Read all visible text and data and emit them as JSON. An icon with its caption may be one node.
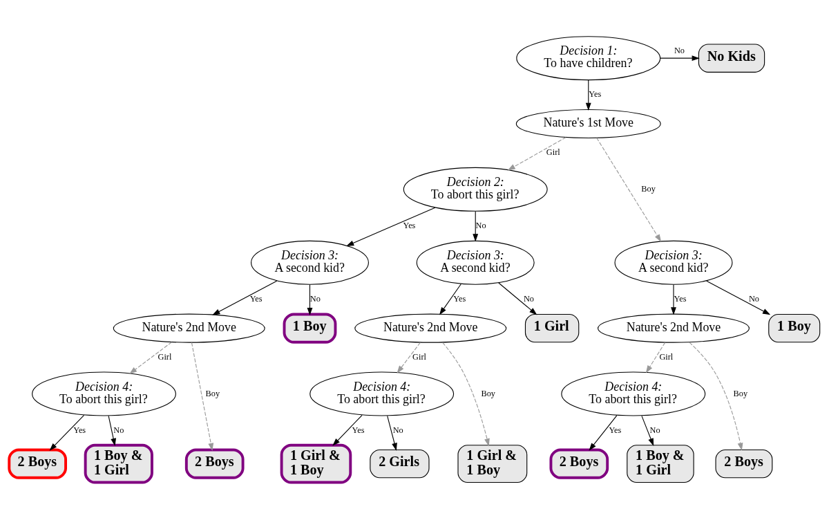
{
  "diagram": {
    "nodes": [
      {
        "text": [
          "Decision 1:",
          "To have children?"
        ]
      },
      {
        "text": [
          "Nature's 1st Move"
        ]
      },
      {
        "text": [
          "No Kids"
        ]
      },
      {
        "text": [
          "Decision 2:",
          "To abort this girl?"
        ]
      },
      {
        "text": [
          "Decision 3:",
          "A second kid?"
        ]
      },
      {
        "text": [
          "Decision 3:",
          "A second kid?"
        ]
      },
      {
        "text": [
          "Decision 3:",
          "A second kid?"
        ]
      },
      {
        "text": [
          "Nature's 2nd Move"
        ]
      },
      {
        "text": [
          "1 Boy"
        ]
      },
      {
        "text": [
          "Nature's 2nd Move"
        ]
      },
      {
        "text": [
          "1 Boy"
        ]
      },
      {
        "text": [
          "Nature's 2nd Move"
        ]
      },
      {
        "text": [
          "1 Girl"
        ]
      },
      {
        "text": [
          "Decision 4:",
          "To abort this girl?"
        ]
      },
      {
        "text": [
          "Decision 4:",
          "To abort this girl?"
        ]
      },
      {
        "text": [
          "Decision 4:",
          "To abort this girl?"
        ]
      },
      {
        "text": [
          "2 Boys"
        ]
      },
      {
        "text": [
          "2 Boys"
        ]
      },
      {
        "text": [
          "1 Boy & 1 Girl"
        ]
      },
      {
        "text": [
          "2 Boys"
        ]
      },
      {
        "text": [
          "2 Boys"
        ]
      },
      {
        "text": [
          "1 Boy & 1 Girl"
        ]
      },
      {
        "text": [
          "1 Girl & 1 Boy"
        ]
      },
      {
        "text": [
          "1 Girl & 1 Boy"
        ]
      },
      {
        "text": [
          "2 Girls"
        ]
      }
    ],
    "edges": [
      {
        "from": 0,
        "to": 1,
        "arrow": "to",
        "label": "Yes"
      },
      {
        "from": 0,
        "to": 2,
        "arrow": "to",
        "label": "No"
      },
      {
        "from": 1,
        "to": 4,
        "arrow": "to",
        "label": "Boy",
        "style": "dashed",
        "color": "#999999"
      },
      {
        "from": 1,
        "to": 3,
        "arrow": "to",
        "label": "Girl",
        "style": "dashed",
        "color": "#999999"
      },
      {
        "from": 3,
        "to": 5,
        "arrow": "to",
        "label": "Yes"
      },
      {
        "from": 3,
        "to": 6,
        "arrow": "to",
        "label": "No"
      },
      {
        "from": 4,
        "to": 7,
        "arrow": "to",
        "label": "Yes"
      },
      {
        "from": 4,
        "to": 8,
        "arrow": "to",
        "label": "No"
      },
      {
        "from": 5,
        "to": 9,
        "arrow": "to",
        "label": "Yes"
      },
      {
        "from": 5,
        "to": 10,
        "arrow": "to",
        "label": "No"
      },
      {
        "from": 6,
        "to": 11,
        "arrow": "to",
        "label": "Yes"
      },
      {
        "from": 6,
        "to": 12,
        "arrow": "to",
        "label": "No"
      },
      {
        "from": 7,
        "to": 16,
        "arrow": "to",
        "label": "Boy",
        "style": "dashed",
        "color": "#999999"
      },
      {
        "from": 7,
        "to": 13,
        "arrow": "to",
        "label": "Girl",
        "style": "dashed",
        "color": "#999999"
      },
      {
        "from": 13,
        "to": 17,
        "arrow": "to",
        "label": "Yes"
      },
      {
        "from": 13,
        "to": 18,
        "arrow": "to",
        "label": "No"
      },
      {
        "from": 9,
        "to": 19,
        "arrow": "to",
        "label": "Boy",
        "style": "dashed",
        "color": "#999999"
      },
      {
        "from": 9,
        "to": 14,
        "arrow": "to",
        "label": "Girl",
        "style": "dashed",
        "color": "#999999"
      },
      {
        "from": 14,
        "to": 20,
        "arrow": "to",
        "label": "Yes"
      },
      {
        "from": 14,
        "to": 21,
        "arrow": "to",
        "label": "No"
      },
      {
        "from": 11,
        "to": 22,
        "arrow": "to",
        "label": "Boy",
        "style": "dashed",
        "color": "#999999"
      },
      {
        "from": 11,
        "to": 15,
        "arrow": "to",
        "label": "Girl",
        "style": "dashed",
        "color": "#999999"
      },
      {
        "from": 15,
        "to": 23,
        "arrow": "to",
        "label": "Yes"
      },
      {
        "from": 15,
        "to": 24,
        "arrow": "to",
        "label": "No"
      }
    ]
  }
}
